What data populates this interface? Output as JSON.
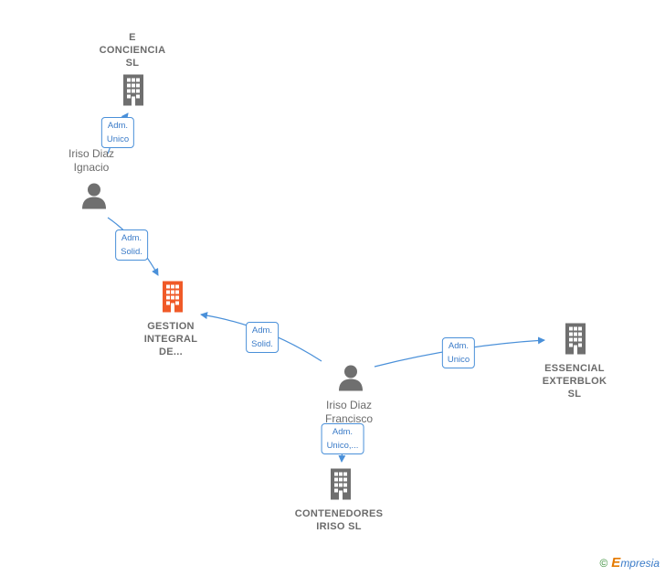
{
  "nodes": {
    "e_conciencia": {
      "label": "E\nCONCIENCIA\nSL",
      "icon": "building-icon",
      "color": "#6f6f6f"
    },
    "iriso_ignacio": {
      "label": "Iriso Diaz\nIgnacio",
      "icon": "person-icon",
      "color": "#6f6f6f"
    },
    "gestion": {
      "label": "GESTION\nINTEGRAL\nDE...",
      "icon": "building-icon",
      "color": "#f05a28"
    },
    "iriso_francisco": {
      "label": "Iriso Diaz\nFrancisco",
      "icon": "person-icon",
      "color": "#6f6f6f"
    },
    "essencial": {
      "label": "ESSENCIAL\nEXTERBLOK\nSL",
      "icon": "building-icon",
      "color": "#6f6f6f"
    },
    "contenedores": {
      "label": "CONTENEDORES\nIRISO  SL",
      "icon": "building-icon",
      "color": "#6f6f6f"
    }
  },
  "edges": {
    "ignacio_conciencia": "Adm.\nUnico",
    "ignacio_gestion": "Adm.\nSolid.",
    "francisco_gestion": "Adm.\nSolid.",
    "francisco_essencial": "Adm.\nUnico",
    "francisco_contenedores": "Adm.\nUnico,..."
  },
  "colors": {
    "edge": "#4a90d9",
    "edge_label_border": "#4a90d9"
  },
  "brand": {
    "copyright": "©",
    "initial": "E",
    "rest": "mpresia"
  }
}
